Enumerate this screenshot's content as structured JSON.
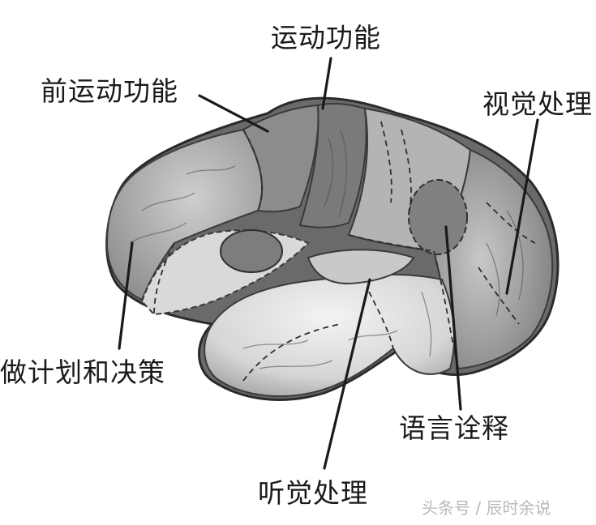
{
  "labels": {
    "motor": "运动功能",
    "premotor": "前运动功能",
    "visual": "视觉处理",
    "planning": "做计划和决策",
    "language": "语言诠释",
    "auditory": "听觉处理"
  },
  "watermark": "头条号 / 辰时余说",
  "colors": {
    "text": "#1a1a1a",
    "region_dark": "#7a7a7a",
    "region_mid": "#a5a5a5",
    "region_light": "#dedede",
    "watermark": "#b9b9b9"
  }
}
